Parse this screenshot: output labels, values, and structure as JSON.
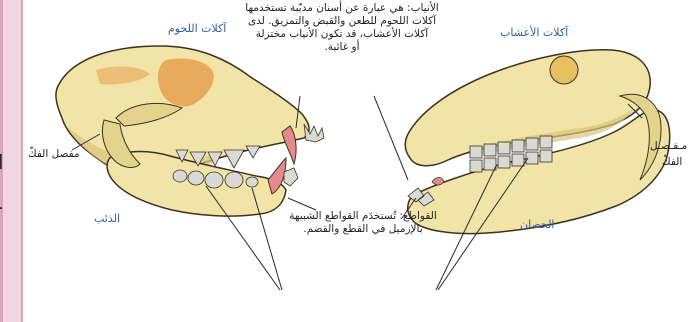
{
  "labels": {
    "carnivores": "آكلات اللحوم",
    "herbivores": "آكلات الأعشاب",
    "wolf": "الذئب",
    "horse": "الحصان",
    "jaw_joint_left": "مفصل الفكّ",
    "jaw_joint_right_1": "مـفـصـل",
    "jaw_joint_right_2": "الفكّ",
    "canines_note": [
      "الأنياب: هي عبارة عن أسنان مدبّبة تستخدمها",
      "آكلات اللحوم للطعن والقبض والتمزيق. لدى",
      "آكلات الأعشاب، قد تكون الأنياب مختزلة",
      "أو غائبة."
    ],
    "incisors_note": [
      "القواطع: تُستخدَم القواطع الشبيهة",
      "بالإزميل في القطع والقضم."
    ]
  },
  "frame": {
    "edge_glyphs": [
      "ا",
      "ـ"
    ]
  },
  "colors": {
    "bone": "#f1e4a6",
    "bone_shade": "#d8c47a",
    "outline": "#3b3320",
    "canine": "#e48a8a",
    "teeth": "#d9d9d6",
    "orange_patch": "#e6a050",
    "label_blue": "#2f5f9e",
    "frame_pink": "#d9a4b8"
  }
}
